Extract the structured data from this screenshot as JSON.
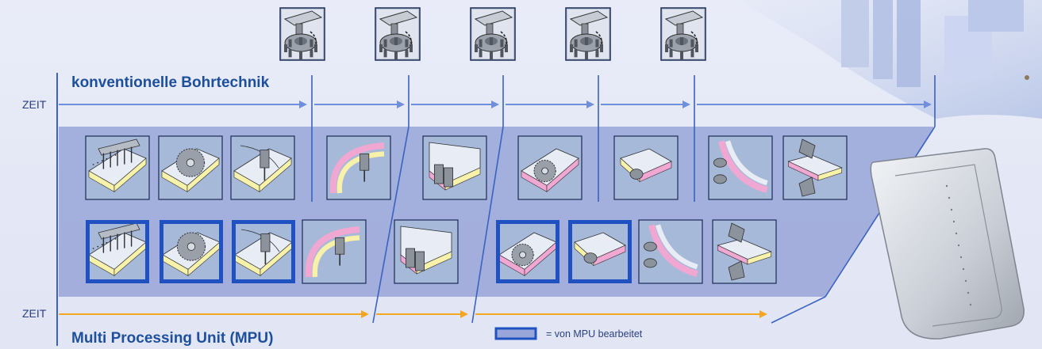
{
  "top": {
    "title": "konventionelle Bohrtechnik",
    "time_label": "ZEIT",
    "tool_changer_icons": [
      "tool-changer-1",
      "tool-changer-2",
      "tool-changer-3",
      "tool-changer-4",
      "tool-changer-5"
    ],
    "operations": [
      "drill-row",
      "saw-blade",
      "router-bit",
      "contour-router",
      "edge-cutters",
      "saw-groove",
      "edge-profiler",
      "profile-cutters",
      "angle-cutter"
    ]
  },
  "bottom": {
    "title": "Multi Processing Unit (MPU)",
    "time_label": "ZEIT",
    "operations": [
      "drill-row",
      "saw-blade",
      "router-bit",
      "contour-router",
      "edge-cutters",
      "saw-groove",
      "edge-profiler",
      "profile-cutters",
      "angle-cutter"
    ],
    "mpu_highlighted": [
      true,
      true,
      true,
      false,
      false,
      true,
      true,
      false,
      false
    ]
  },
  "legend": {
    "text": "= von MPU bearbeitet"
  },
  "colors": {
    "blue_line": "#3a62c2",
    "arrow_top": "#6f8fdc",
    "arrow_bottom": "#f4a623",
    "band": "#9aa6d9",
    "mpu_frame": "#1f51c0",
    "panel_yellow": "#f7f1aa",
    "panel_pink": "#f0a8d2"
  }
}
